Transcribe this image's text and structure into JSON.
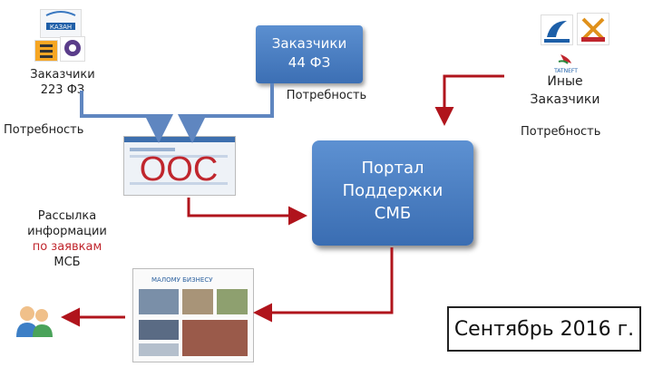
{
  "customers_223": {
    "line1": "Заказчики",
    "line2": "223 ФЗ",
    "logo1_text": "КАЗАН"
  },
  "customers_44": {
    "line1": "Заказчики",
    "line2": "44 ФЗ"
  },
  "other_customers": {
    "line1": "Иные",
    "line2": "Заказчики",
    "logo_text": "TATNEFT"
  },
  "need_left": "Потребность",
  "need_center": "Потребность",
  "need_right": "Потребность",
  "oos_label": "ООС",
  "portal": {
    "line1": "Портал",
    "line2": "Поддержки",
    "line3": "СМБ"
  },
  "mailing": {
    "line1": "Рассылка",
    "line2": "информации",
    "line3": "по заявкам",
    "line4": "МСБ"
  },
  "msp_site_title": "МАЛОМУ БИЗНЕСУ",
  "date": "Сентябрь 2016 г.",
  "colors": {
    "arrow_blue": "#5f86c0",
    "arrow_red": "#b0141c",
    "box_blue": "#4a7ec4",
    "accent_red": "#c0262d"
  }
}
